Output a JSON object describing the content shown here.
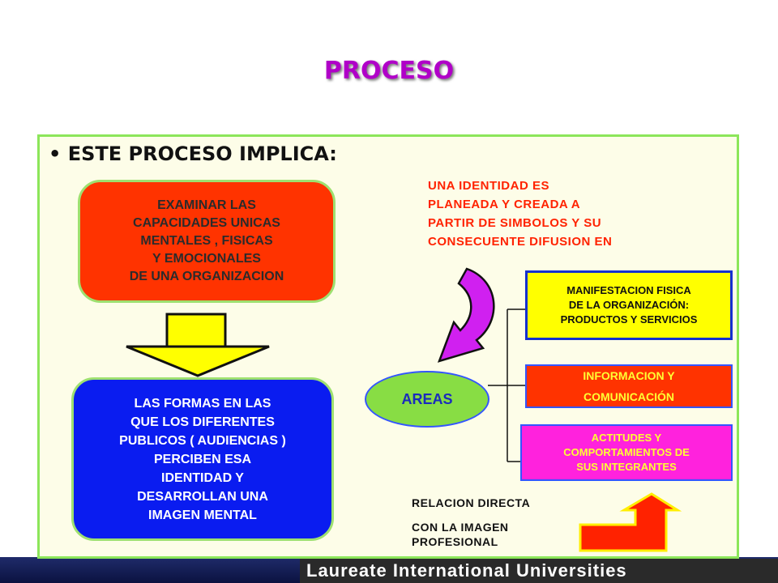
{
  "title": "PROCESO",
  "bullet": "ESTE PROCESO IMPLICA:",
  "examinar": {
    "lines": [
      "EXAMINAR LAS",
      "CAPACIDADES UNICAS",
      "MENTALES , FISICAS",
      "Y EMOCIONALES",
      "DE UNA ORGANIZACION"
    ]
  },
  "formas": {
    "lines": [
      "LAS FORMAS EN LAS",
      "QUE LOS DIFERENTES",
      "PUBLICOS  ( AUDIENCIAS )",
      "PERCIBEN ESA",
      "IDENTIDAD Y",
      "DESARROLLAN UNA",
      "IMAGEN MENTAL"
    ]
  },
  "identidad": {
    "lines": [
      "UNA IDENTIDAD ES",
      "PLANEADA Y CREADA A",
      "PARTIR DE SIMBOLOS Y SU",
      "CONSECUENTE DIFUSION EN"
    ]
  },
  "areas_label": "AREAS",
  "manifestacion": {
    "lines": [
      "MANIFESTACION FISICA",
      "DE LA ORGANIZACIÓN:",
      "PRODUCTOS Y SERVICIOS"
    ]
  },
  "informacion": {
    "lines": [
      "INFORMACION Y",
      "COMUNICACIÓN"
    ]
  },
  "actitudes": {
    "lines": [
      "ACTITUDES Y",
      "COMPORTAMIENTOS DE",
      "SUS INTEGRANTES"
    ]
  },
  "relacion": {
    "line1": "RELACION DIRECTA",
    "line2": "CON LA IMAGEN",
    "line3": "PROFESIONAL"
  },
  "footer": "Laureate International Universities",
  "colors": {
    "title": "#b000c8",
    "frame_border": "#8ce65a",
    "red_box": "#ff3300",
    "blue_box": "#0a1cf0",
    "yellow": "#ffff00",
    "magenta": "#ff22dd",
    "areas": "#88dd44"
  }
}
